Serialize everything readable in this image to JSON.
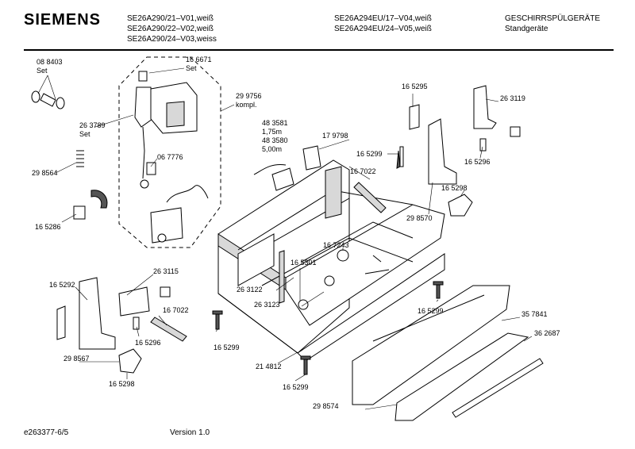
{
  "header": {
    "brand": "SIEMENS",
    "models_col1": [
      "SE26A290/21–V01,weiß",
      "SE26A290/22–V02,weiß",
      "SE26A290/24–V03,weiss"
    ],
    "models_col2": [
      "SE26A294EU/17–V04,weiß",
      "SE26A294EU/24–V05,weiß"
    ],
    "category": [
      "GESCHIRRSPÜLGERÄTE",
      "Standgeräte"
    ]
  },
  "labels": {
    "p088403": "08 8403",
    "p088403_set": "Set",
    "p166671": "16 6671",
    "p166671_set": "Set",
    "p299756": "29 9756",
    "p299756_kompl": "kompl.",
    "p263789": "26 3789",
    "p263789_set": "Set",
    "p298564": "29 8564",
    "p067776": "06 7776",
    "p483581": "48 3581",
    "len1": "1,75m",
    "p483580": "48 3580",
    "len2": "5,00m",
    "p179798": "17 9798",
    "p165295": "16 5295",
    "p263119": "26 3119",
    "p165299_a": "16 5299",
    "p165296_a": "16 5296",
    "p167022_a": "16 7022",
    "p165298_a": "16 5298",
    "p298570": "29 8570",
    "p165286": "16 5286",
    "p167243": "16 7243",
    "p165301": "16 5301",
    "p165292": "16 5292",
    "p263115": "26 3115",
    "p263122": "26 3122",
    "p263123": "26 3123",
    "p165299_b": "16 5299",
    "p357841": "35 7841",
    "p362687": "36 2687",
    "p167022_b": "16 7022",
    "p165296_b": "16 5296",
    "p165299_c": "16 5299",
    "p298567": "29 8567",
    "p214812": "21 4812",
    "p165298_b": "16 5298",
    "p165299_d": "16 5299",
    "p298574": "29 8574"
  },
  "footer": {
    "doc_id": "e263377-6/5",
    "version": "Version 1.0"
  }
}
